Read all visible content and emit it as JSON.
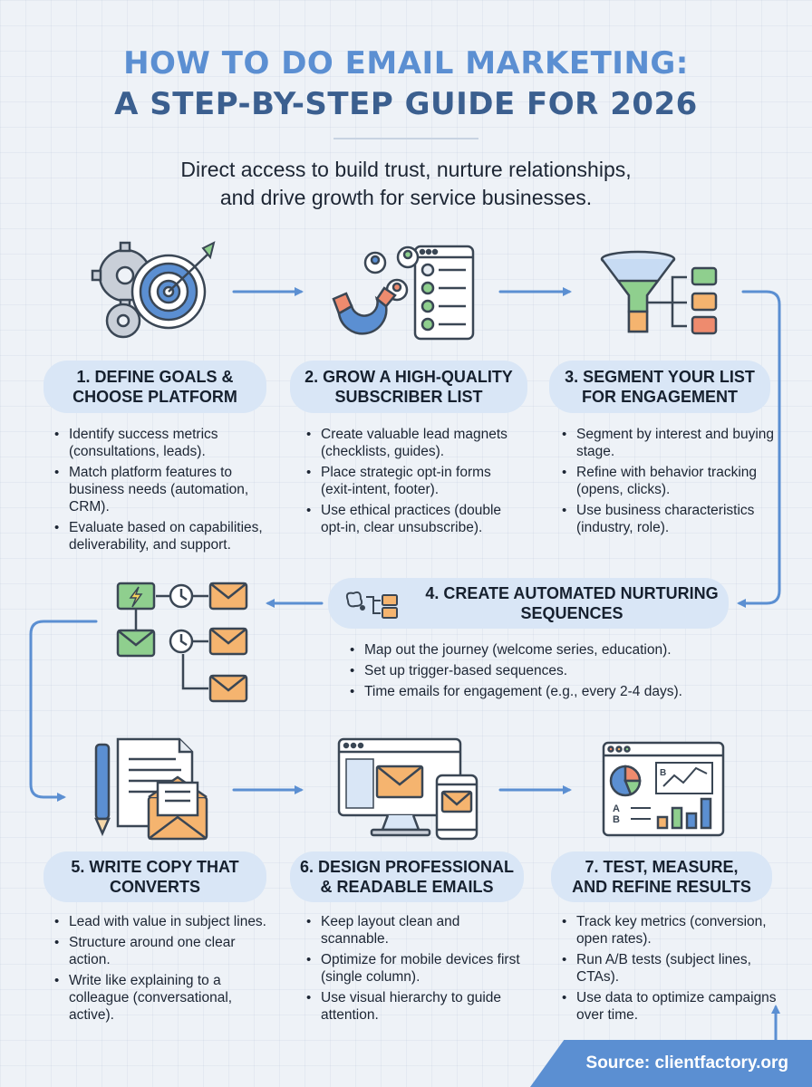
{
  "title_line1": "HOW TO DO EMAIL MARKETING:",
  "title_line2": "A STEP-BY-STEP GUIDE FOR 2026",
  "subtitle_line1": "Direct access to build trust, nurture relationships,",
  "subtitle_line2": "and drive growth for service businesses.",
  "colors": {
    "accent": "#5b8fd2",
    "title_dark": "#3b5f8f",
    "pill": "#d9e6f6",
    "green": "#8fcf8e",
    "orange": "#f5b46f",
    "red": "#ee8b6e"
  },
  "steps": [
    {
      "title_line1": "1. DEFINE GOALS &",
      "title_line2": "CHOOSE PLATFORM",
      "icon": "gears-target-icon",
      "bullets": [
        "Identify success metrics (consultations, leads).",
        "Match platform features to business needs (automation, CRM).",
        "Evaluate based on capabilities, deliverability, and support."
      ]
    },
    {
      "title_line1": "2. GROW A HIGH-QUALITY",
      "title_line2": "SUBSCRIBER LIST",
      "icon": "magnet-subscribers-icon",
      "bullets": [
        "Create valuable lead magnets (checklists, guides).",
        "Place strategic opt-in forms (exit-intent, footer).",
        "Use ethical practices (double opt-in, clear unsubscribe)."
      ]
    },
    {
      "title_line1": "3. SEGMENT YOUR LIST",
      "title_line2": "FOR ENGAGEMENT",
      "icon": "funnel-segments-icon",
      "bullets": [
        "Segment by interest and buying stage.",
        "Refine with behavior tracking (opens, clicks).",
        "Use business characteristics (industry, role)."
      ]
    },
    {
      "title_line1": "4. CREATE AUTOMATED NURTURING",
      "title_line2": "SEQUENCES",
      "icon": "automation-workflow-icon",
      "bullets": [
        "Map out the journey (welcome series, education).",
        "Set up trigger-based sequences.",
        "Time emails for engagement (e.g., every 2-4 days)."
      ]
    },
    {
      "title_line1": "5. WRITE COPY THAT",
      "title_line2": "CONVERTS",
      "icon": "pen-document-envelope-icon",
      "bullets": [
        "Lead with value in subject lines.",
        "Structure around one clear action.",
        "Write like explaining to a colleague (conversational, active)."
      ]
    },
    {
      "title_line1": "6. DESIGN PROFESSIONAL",
      "title_line2": "& READABLE EMAILS",
      "icon": "monitor-phone-email-icon",
      "bullets": [
        "Keep layout clean and scannable.",
        "Optimize for mobile devices first (single column).",
        "Use visual hierarchy to guide attention."
      ]
    },
    {
      "title_line1": "7. TEST, MEASURE,",
      "title_line2": "AND REFINE RESULTS",
      "icon": "analytics-dashboard-icon",
      "bullets": [
        "Track key metrics (conversion, open rates).",
        "Run A/B tests (subject lines, CTAs).",
        "Use data to optimize campaigns over time."
      ]
    }
  ],
  "dashboard_labels": {
    "chart_letter": "B",
    "row_a": "A",
    "row_b": "B"
  },
  "source": "Source: clientfactory.org"
}
